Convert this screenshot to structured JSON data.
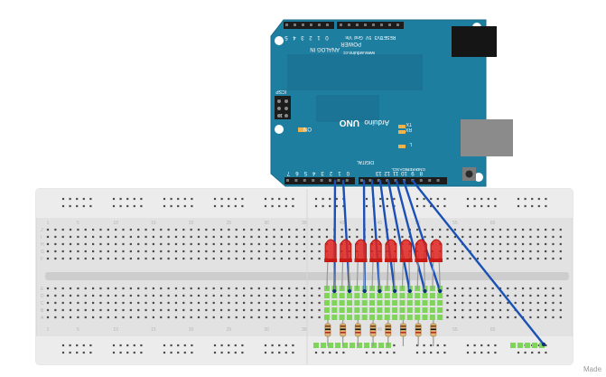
{
  "board": {
    "brand": "Arduino",
    "model": "UNO",
    "website": "www.arduino.cc",
    "on_label": "ON",
    "tx_label": "TX",
    "rx_label": "RX",
    "l_label": "L",
    "icsp_label": "ICSP",
    "icsp_pin1": "1",
    "analog": {
      "title": "ANALOG IN",
      "pins": [
        "0",
        "1",
        "2",
        "3",
        "4",
        "5"
      ]
    },
    "power": {
      "title": "POWER",
      "pins": [
        "RESET",
        "3V3",
        "5V",
        "Gnd",
        "Vin"
      ],
      "ioref": "IOREF"
    },
    "digital": {
      "title": "DIGITAL",
      "pins": [
        "0",
        "1",
        "2",
        "3",
        "4",
        "5",
        "6",
        "7",
        "8",
        "9",
        "10",
        "11",
        "12",
        "13"
      ],
      "rx_tx": [
        "RX",
        "TX"
      ],
      "extra": [
        "GND",
        "AREF",
        "SDA",
        "SCL"
      ],
      "pwm_label": "PWM"
    }
  },
  "breadboard": {
    "column_numbers": [
      "1",
      "5",
      "10",
      "15",
      "20",
      "25",
      "30",
      "35",
      "40",
      "45",
      "50",
      "55",
      "60"
    ],
    "row_letters_top": [
      "J",
      "I",
      "H",
      "G",
      "F"
    ],
    "row_letters_bottom": [
      "E",
      "D",
      "C",
      "B",
      "A"
    ]
  },
  "circuit": {
    "led_count": 8,
    "resistor_count": 8,
    "led_color": "#e0231e",
    "wire_color": "#1b50b5",
    "board_color": "#1e7ea0",
    "breadboard_color": "#e2e2e2",
    "highlight_color": "#7fd45a"
  },
  "footer": {
    "made_label": "Made"
  }
}
